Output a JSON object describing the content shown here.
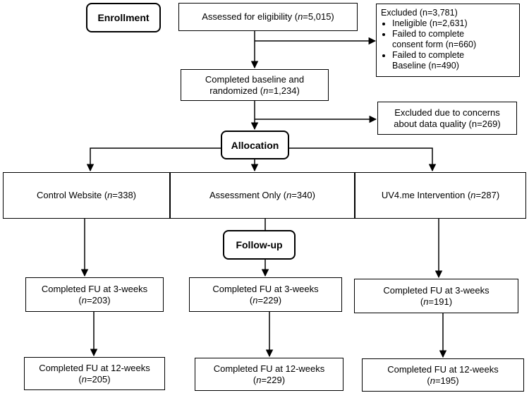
{
  "stages": {
    "enrollment": "Enrollment",
    "allocation": "Allocation",
    "followup": "Follow-up"
  },
  "assessed": {
    "pre": "Assessed for eligibility (",
    "n": "n",
    "post": "=5,015)"
  },
  "excluded1": {
    "title": "Excluded (n=3,781)",
    "items": [
      "Ineligible (n=2,631)",
      "Failed to complete consent form (n=660)",
      "Failed to complete Baseline (n=490)"
    ],
    "item_lines": [
      [
        "Ineligible (n=2,631)"
      ],
      [
        "Failed to complete",
        "consent form (n=660)"
      ],
      [
        "Failed to complete",
        "Baseline (n=490)"
      ]
    ]
  },
  "randomized": {
    "line1": "Completed baseline and",
    "pre": "randomized (",
    "n": "n",
    "post": "=1,234)"
  },
  "excluded2": {
    "line1": "Excluded due to concerns",
    "line2": "about data quality (n=269)"
  },
  "arms": [
    {
      "name": {
        "pre": "Control Website (",
        "n": "n",
        "post": "=338)"
      },
      "fu3": {
        "line1": "Completed FU at 3-weeks",
        "pre": "(",
        "n": "n",
        "post": "=203)"
      },
      "fu12": {
        "line1": "Completed FU at 12-weeks",
        "pre": "(",
        "n": "n",
        "post": "=205)"
      }
    },
    {
      "name": {
        "pre": "Assessment Only (",
        "n": "n",
        "post": "=340)"
      },
      "fu3": {
        "line1": "Completed FU at 3-weeks",
        "pre": "(",
        "n": "n",
        "post": "=229)"
      },
      "fu12": {
        "line1": "Completed FU at 12-weeks",
        "pre": "(",
        "n": "n",
        "post": "=229)"
      }
    },
    {
      "name": {
        "pre": "UV4.me Intervention (",
        "n": "n",
        "post": "=287)"
      },
      "fu3": {
        "line1": "Completed FU at 3-weeks",
        "pre": "(",
        "n": "n",
        "post": "=191)"
      },
      "fu12": {
        "line1": "Completed FU at 12-weeks",
        "pre": "(",
        "n": "n",
        "post": "=195)"
      }
    }
  ]
}
